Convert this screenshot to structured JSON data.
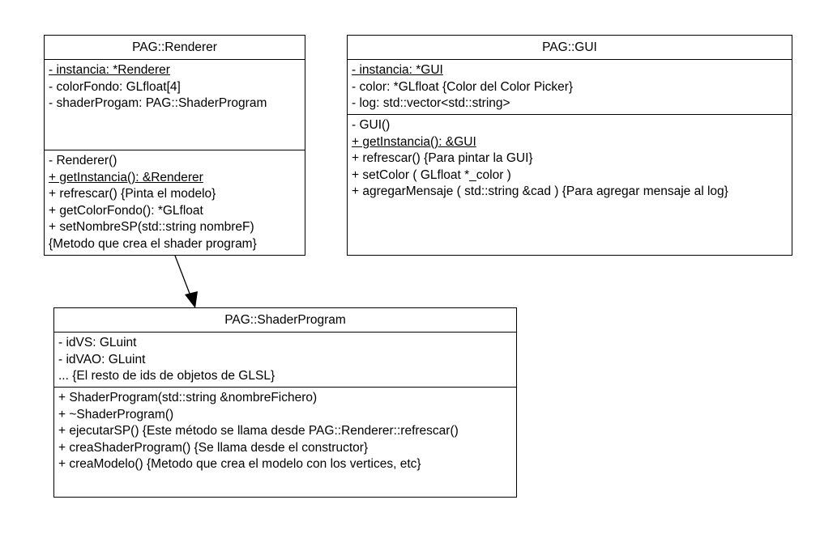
{
  "classes": {
    "renderer": {
      "name": "PAG::Renderer",
      "attributes": [
        {
          "text": "- instancia: *Renderer",
          "static": true
        },
        {
          "text": "- colorFondo: GLfloat[4]",
          "static": false
        },
        {
          "text": "- shaderProgam: PAG::ShaderProgram",
          "static": false
        }
      ],
      "operations": [
        {
          "text": "- Renderer()",
          "static": false
        },
        {
          "text": "+ getInstancia(): &Renderer",
          "static": true
        },
        {
          "text": "+ refrescar() {Pinta el modelo}",
          "static": false
        },
        {
          "text": "+ getColorFondo(): *GLfloat",
          "static": false
        },
        {
          "text": "+ setNombreSP(std::string nombreF)",
          "static": false
        },
        {
          "text": "{Metodo que crea el shader program}",
          "static": false
        }
      ]
    },
    "gui": {
      "name": "PAG::GUI",
      "attributes": [
        {
          "text": "- instancia: *GUI",
          "static": true
        },
        {
          "text": "- color: *GLfloat {Color del Color Picker}",
          "static": false
        },
        {
          "text": "- log: std::vector<std::string>",
          "static": false
        }
      ],
      "operations": [
        {
          "text": "- GUI()",
          "static": false
        },
        {
          "text": "+ getInstancia(): &GUI",
          "static": true
        },
        {
          "text": "+ refrescar() {Para pintar la GUI}",
          "static": false
        },
        {
          "text": "+ setColor ( GLfloat *_color )",
          "static": false
        },
        {
          "text": "+ agregarMensaje ( std::string &cad ) {Para agregar mensaje al log}",
          "static": false
        }
      ]
    },
    "shader_program": {
      "name": "PAG::ShaderProgram",
      "attributes": [
        {
          "text": "- idVS: GLuint",
          "static": false
        },
        {
          "text": "- idVAO: GLuint",
          "static": false
        },
        {
          "text": "... {El resto de ids de objetos de GLSL}",
          "static": false
        }
      ],
      "operations": [
        {
          "text": "+ ShaderProgram(std::string &nombreFichero)",
          "static": false
        },
        {
          "text": "+ ~ShaderProgram()",
          "static": false
        },
        {
          "text": "+ ejecutarSP() {Este método se llama desde PAG::Renderer::refrescar()",
          "static": false
        },
        {
          "text": "+ creaShaderProgram() {Se llama desde el constructor}",
          "static": false
        },
        {
          "text": "+ creaModelo() {Metodo que crea el modelo con los vertices, etc}",
          "static": false
        }
      ]
    }
  },
  "associations": [
    {
      "from": "PAG::Renderer",
      "to": "PAG::ShaderProgram",
      "kind": "directed-association"
    }
  ]
}
